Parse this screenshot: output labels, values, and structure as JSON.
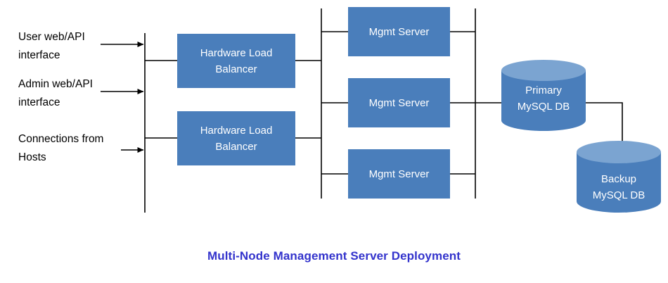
{
  "diagram": {
    "title": "Multi-Node Management Server Deployment",
    "title_color": "#3333cc",
    "background": "#ffffff",
    "node_fill": "#4a7ebb",
    "node_text_color": "#ffffff",
    "cylinder_top_fill": "#7ba4d1",
    "line_color": "#000000",
    "label_text_color": "#000000"
  },
  "inputs": [
    {
      "label": "User web/API\ninterface",
      "arrow": "right-arrow"
    },
    {
      "label": "Admin web/API\ninterface",
      "arrow": "right-arrow"
    },
    {
      "label": "Connections from\nHosts",
      "arrow": "right-arrow"
    }
  ],
  "load_balancers": [
    {
      "label": "Hardware Load\nBalancer"
    },
    {
      "label": "Hardware Load\nBalancer"
    }
  ],
  "mgmt_servers": [
    {
      "label": "Mgmt Server"
    },
    {
      "label": "Mgmt Server"
    },
    {
      "label": "Mgmt Server"
    }
  ],
  "databases": [
    {
      "label": "Primary\nMySQL DB",
      "role": "primary"
    },
    {
      "label": "Backup\nMySQL DB",
      "role": "backup"
    }
  ]
}
